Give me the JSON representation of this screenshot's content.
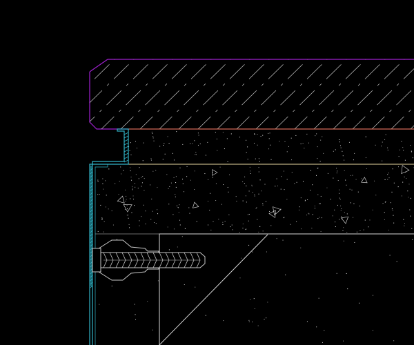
{
  "drawing": {
    "background": "#000000",
    "colors": {
      "stone_outline": "#a020d0",
      "hatch": "#c8c8c8",
      "adhesive_top_line": "#e07a3a",
      "screed_top_line": "#e8d9a0",
      "screed_fill": "#1a1a1a",
      "profile": "#32b4c8",
      "profile_fill": "#1a6e78",
      "panel_line": "#d8d8d8",
      "anchor": "#c8c8c8",
      "speckle": "#ffffff"
    },
    "layers": [
      {
        "name": "stone-slab",
        "pattern": "diagonal-hatch"
      },
      {
        "name": "adhesive-layer",
        "pattern": "speckle"
      },
      {
        "name": "screed-layer",
        "pattern": "speckle-with-aggregate"
      },
      {
        "name": "wall-panel",
        "pattern": "diagonal-line"
      }
    ],
    "components": [
      "edge-trim-profile",
      "wall-anchor-screw"
    ]
  }
}
